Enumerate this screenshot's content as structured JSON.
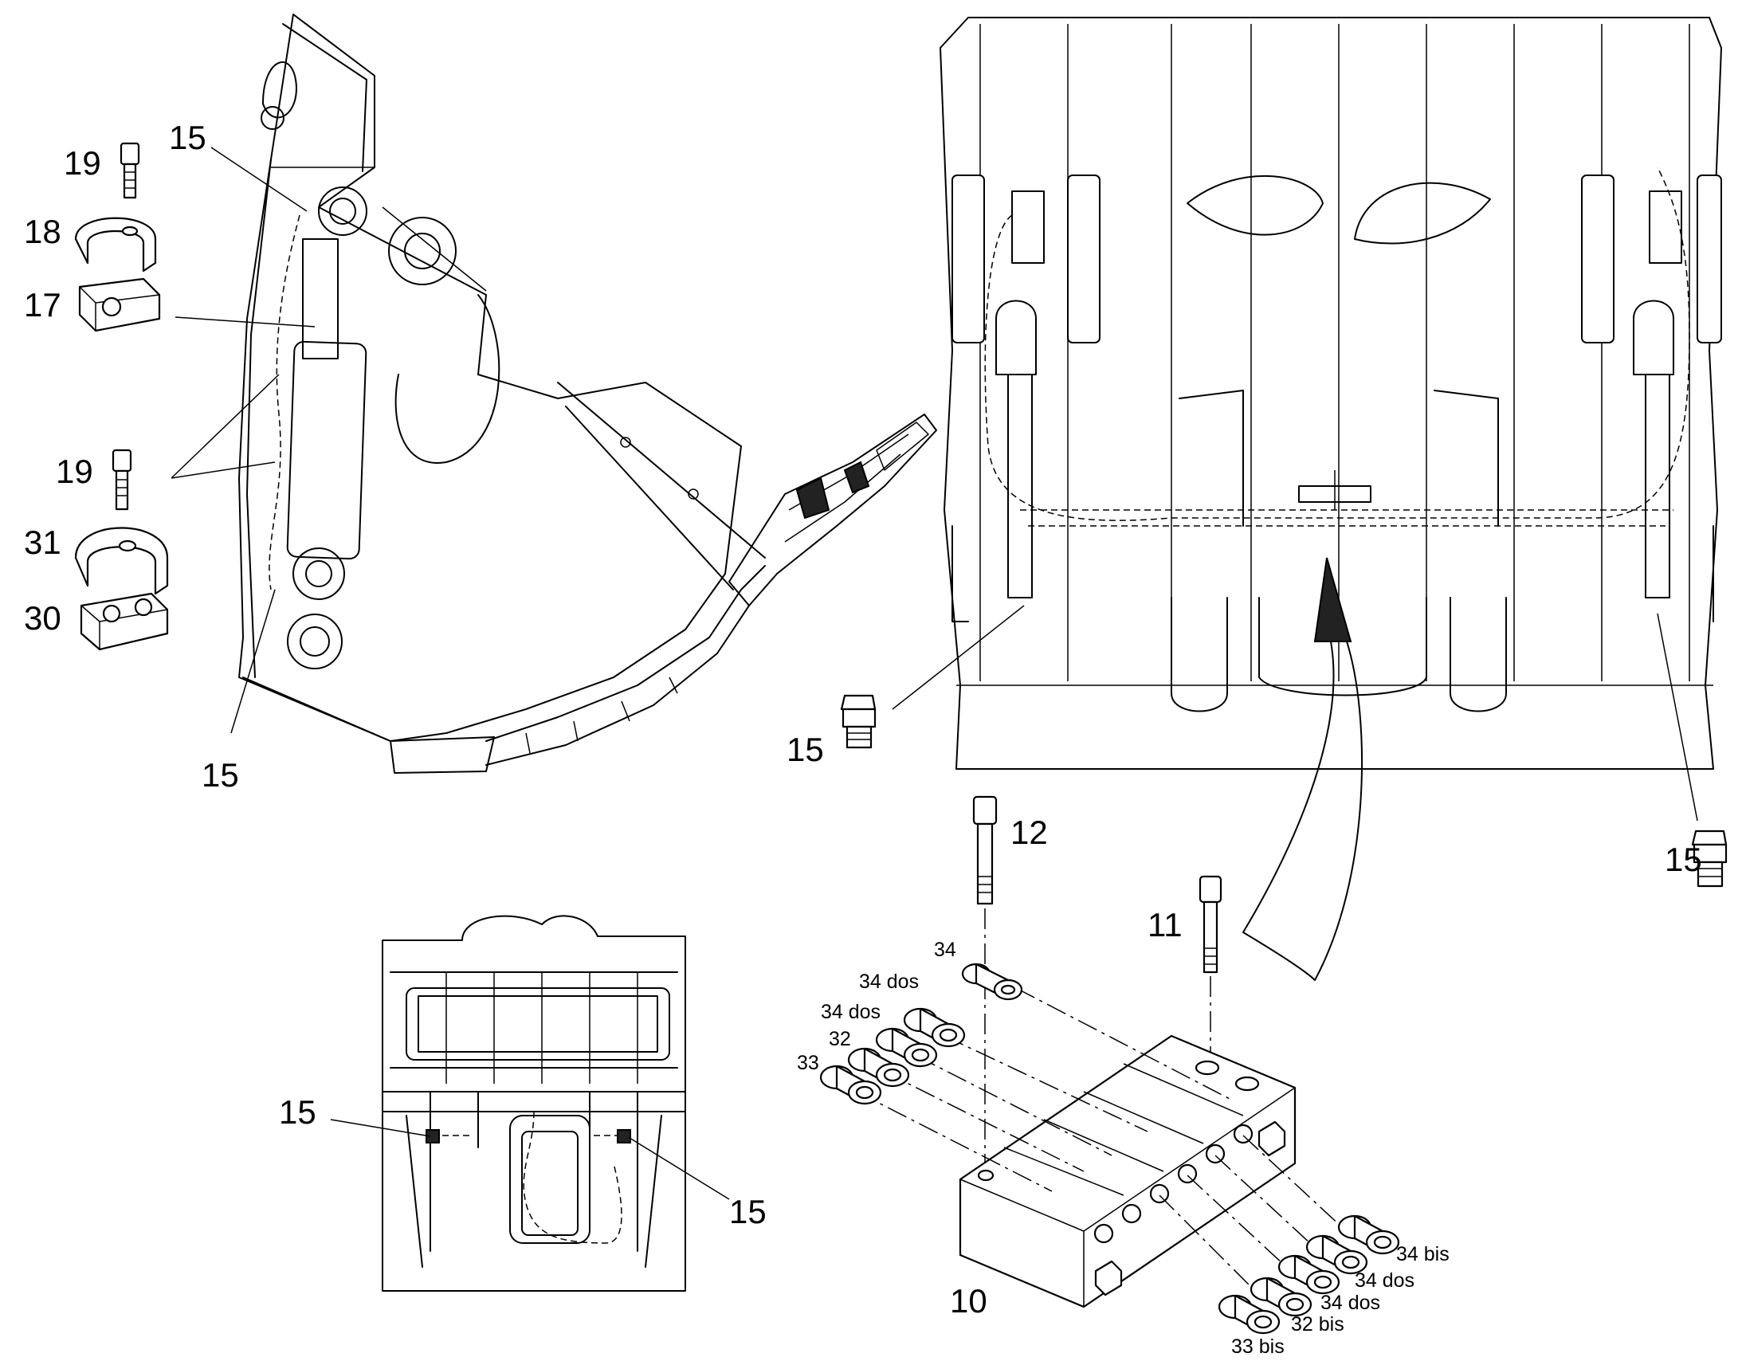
{
  "callouts": {
    "c15_a": "15",
    "c15_b": "15",
    "c15_c": "15",
    "c15_d": "15",
    "c15_e": "15",
    "c15_f": "15",
    "c19_a": "19",
    "c19_b": "19",
    "c18": "18",
    "c17": "17",
    "c31": "31",
    "c30": "30",
    "c12": "12",
    "c11": "11",
    "c10": "10",
    "c34": "34",
    "c34dos_a": "34 dos",
    "c34dos_b": "34 dos",
    "c32": "32",
    "c33": "33",
    "c34bis": "34 bis",
    "c34dos_c": "34 dos",
    "c34dos_d": "34 dos",
    "c32bis": "32 bis",
    "c33bis": "33 bis"
  }
}
